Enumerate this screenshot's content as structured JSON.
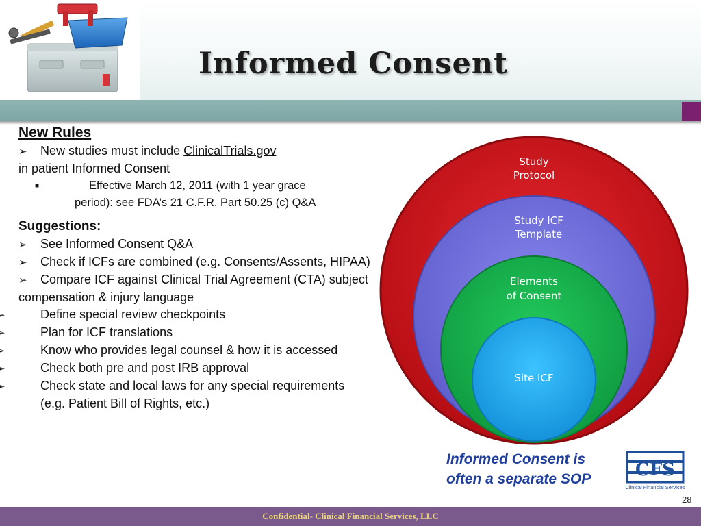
{
  "slide": {
    "title": "Informed Consent",
    "page_number": "28",
    "footer": "Confidential- Clinical Financial Services, LLC"
  },
  "new_rules": {
    "heading": "New Rules",
    "bullet_1_prefix": "New studies must include ",
    "bullet_1_link": "ClinicalTrials.gov",
    "bullet_1_cont": "in patient Informed Consent",
    "sub_bullet_line_1": "Effective March 12, 2011 (with 1 year grace",
    "sub_bullet_line_2": "period):   see FDA’s  21 C.F.R. Part 50.25 (c) Q&A"
  },
  "suggestions": {
    "heading": "Suggestions:",
    "items": [
      "See Informed Consent Q&A",
      "Check if ICFs are combined (e.g. Consents/Assents, HIPAA)",
      "Compare ICF against Clinical Trial Agreement (CTA) subject compensation & injury language",
      "Define special review checkpoints",
      "Plan for ICF translations",
      "Know who provides legal counsel & how it is accessed",
      "Check both pre and post IRB approval",
      "Check state and local laws for any special requirements (e.g. Patient Bill of Rights, etc.)"
    ]
  },
  "diagram": {
    "rings": [
      {
        "line1": "Study",
        "line2": "Protocol",
        "color": "#d0141b"
      },
      {
        "line1": "Study ICF",
        "line2": "Template",
        "color": "#7573dc"
      },
      {
        "line1": "Elements",
        "line2": "of Consent",
        "color": "#17b54e"
      },
      {
        "line1": "Site ICF",
        "line2": "",
        "color": "#1aa9ef"
      }
    ]
  },
  "caption": {
    "line1": "Informed Consent is",
    "line2": "often a separate SOP"
  },
  "logo": {
    "letters": "CFS",
    "subtitle": "Clinical Financial Services"
  },
  "colors": {
    "band": "#7ca6a4",
    "accent_square": "#7b1f6f",
    "footer_bg": "#7a5a8c",
    "footer_text": "#e8d27a",
    "caption": "#1f3f9a"
  }
}
